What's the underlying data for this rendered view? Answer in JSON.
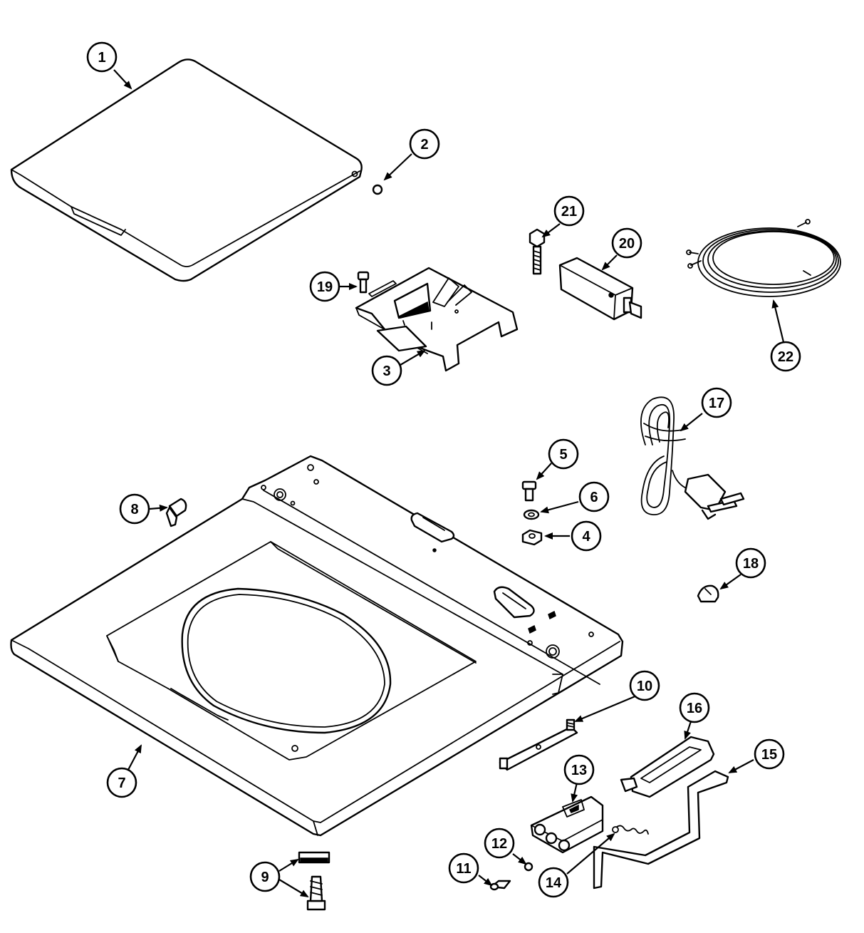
{
  "diagram": {
    "callouts": [
      {
        "id": "c1",
        "label": "1"
      },
      {
        "id": "c2",
        "label": "2"
      },
      {
        "id": "c3",
        "label": "3"
      },
      {
        "id": "c4",
        "label": "4"
      },
      {
        "id": "c5",
        "label": "5"
      },
      {
        "id": "c6",
        "label": "6"
      },
      {
        "id": "c7",
        "label": "7"
      },
      {
        "id": "c8",
        "label": "8"
      },
      {
        "id": "c9",
        "label": "9"
      },
      {
        "id": "c10",
        "label": "10"
      },
      {
        "id": "c11",
        "label": "11"
      },
      {
        "id": "c12",
        "label": "12"
      },
      {
        "id": "c13",
        "label": "13"
      },
      {
        "id": "c14",
        "label": "14"
      },
      {
        "id": "c15",
        "label": "15"
      },
      {
        "id": "c16",
        "label": "16"
      },
      {
        "id": "c17",
        "label": "17"
      },
      {
        "id": "c18",
        "label": "18"
      },
      {
        "id": "c19",
        "label": "19"
      },
      {
        "id": "c20",
        "label": "20"
      },
      {
        "id": "c21",
        "label": "21"
      },
      {
        "id": "c22",
        "label": "22"
      }
    ],
    "colors": {
      "line": "#000000",
      "background": "#ffffff"
    }
  }
}
